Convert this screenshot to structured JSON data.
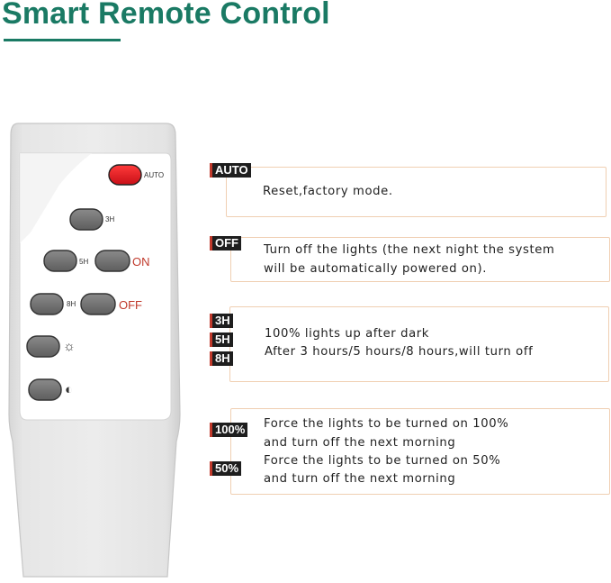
{
  "page": {
    "title": "Smart Remote Control",
    "accent_color": "#1a7a64",
    "tag_color": "#1e1e1e",
    "tag_edge_color": "#c0392b"
  },
  "remote": {
    "buttons": [
      {
        "id": "auto",
        "label": "AUTO",
        "color": "#e0141e"
      },
      {
        "id": "3h",
        "label": "3H",
        "color": "#6f6f6f"
      },
      {
        "id": "5h",
        "label": "5H",
        "color": "#6f6f6f"
      },
      {
        "id": "on",
        "label": "ON",
        "color": "#6f6f6f"
      },
      {
        "id": "8h",
        "label": "8H",
        "color": "#6f6f6f"
      },
      {
        "id": "off",
        "label": "OFF",
        "color": "#6f6f6f"
      },
      {
        "id": "bright",
        "icon": "sun-outline-icon",
        "color": "#6f6f6f"
      },
      {
        "id": "dim",
        "icon": "sun-half-icon",
        "color": "#6f6f6f"
      }
    ]
  },
  "legend": {
    "auto": {
      "tag": "AUTO",
      "lines": [
        "Reset,factory mode."
      ]
    },
    "off": {
      "tag": "OFF",
      "lines": [
        "Turn off the lights (the next night the system",
        "will be automatically powered on)."
      ]
    },
    "timer": {
      "tags": [
        "3H",
        "5H",
        "8H"
      ],
      "lines": [
        "100% lights up after dark",
        "After 3 hours/5 hours/8 hours,will turn off"
      ]
    },
    "level_100": {
      "tag": "100%",
      "lines": [
        "Force the lights to be turned on 100%",
        "and turn off the next morning"
      ]
    },
    "level_50": {
      "tag": "50%",
      "lines": [
        "Force the lights to be turned on 50%",
        "and turn off the next morning"
      ]
    }
  }
}
